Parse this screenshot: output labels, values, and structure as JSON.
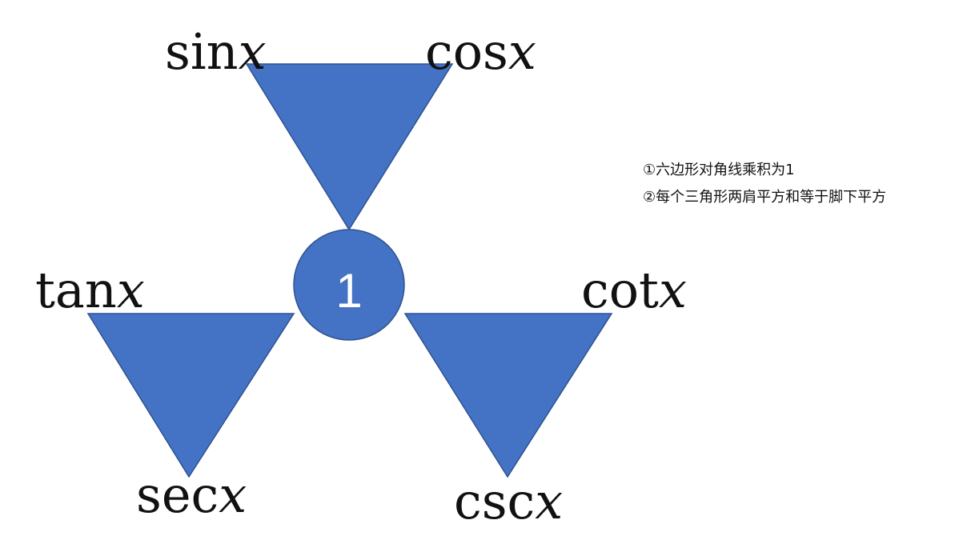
{
  "diagram": {
    "center_value": "1",
    "fill_color": "#4472C4",
    "stroke_color": "#2F528F",
    "labels": {
      "sin": {
        "name": "sin",
        "var": "x"
      },
      "cos": {
        "name": "cos",
        "var": "x"
      },
      "tan": {
        "name": "tan",
        "var": "x"
      },
      "cot": {
        "name": "cot",
        "var": "x"
      },
      "sec": {
        "name": "sec",
        "var": "x"
      },
      "csc": {
        "name": "csc",
        "var": "x"
      }
    }
  },
  "notes": [
    "①六边形对角线乘积为1",
    "②每个三角形两肩平方和等于脚下平方"
  ]
}
